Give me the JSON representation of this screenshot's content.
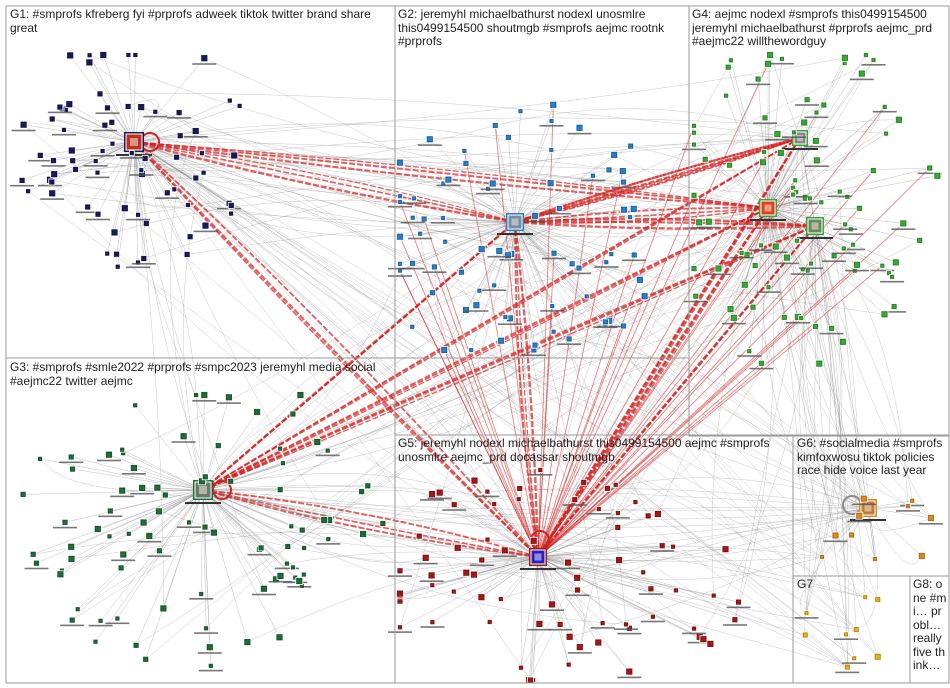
{
  "graph": {
    "colors": {
      "background": "#ffffff",
      "panel_border": "#9a9a9a",
      "edge_gray": "#8a8a8a",
      "edge_red": "#d42020",
      "g1": "#1a1a5a",
      "g2": "#2a7fc4",
      "g3": "#1f6b3a",
      "g4": "#3aa63a",
      "g5": "#a01818",
      "g6": "#d88a20",
      "g7": "#e0b020"
    },
    "groups": [
      {
        "id": "G1",
        "label": "G1: #smprofs kfreberg fyi #prprofs adweek tiktok twitter brand share great"
      },
      {
        "id": "G2",
        "label": "G2: jeremyhl michaelbathurst nodexl unosmlre this0499154500 shoutmgb #smprofs aejmc rootnk #prprofs"
      },
      {
        "id": "G3",
        "label": "G3: #smprofs #smle2022 #prprofs #smpc2023 jeremyhl media social #aejmc22 twitter aejmc"
      },
      {
        "id": "G4",
        "label": "G4: aejmc nodexl #smprofs this0499154500 jeremyhl michaelbathurst #prprofs aejmc_prd #aejmc22 willthewordguy"
      },
      {
        "id": "G5",
        "label": "G5: jeremyhl nodexl michaelbathurst this0499154500 aejmc #smprofs unosmlre aejmc_prd docassar shoutmgb"
      },
      {
        "id": "G6",
        "label": "G6: #socialmedia #smprofs kimfoxwosu tiktok policies race hide voice last year"
      },
      {
        "id": "G7",
        "label": "G7"
      },
      {
        "id": "G8",
        "label": "G8: one #mi… probl… really five think…"
      }
    ]
  }
}
